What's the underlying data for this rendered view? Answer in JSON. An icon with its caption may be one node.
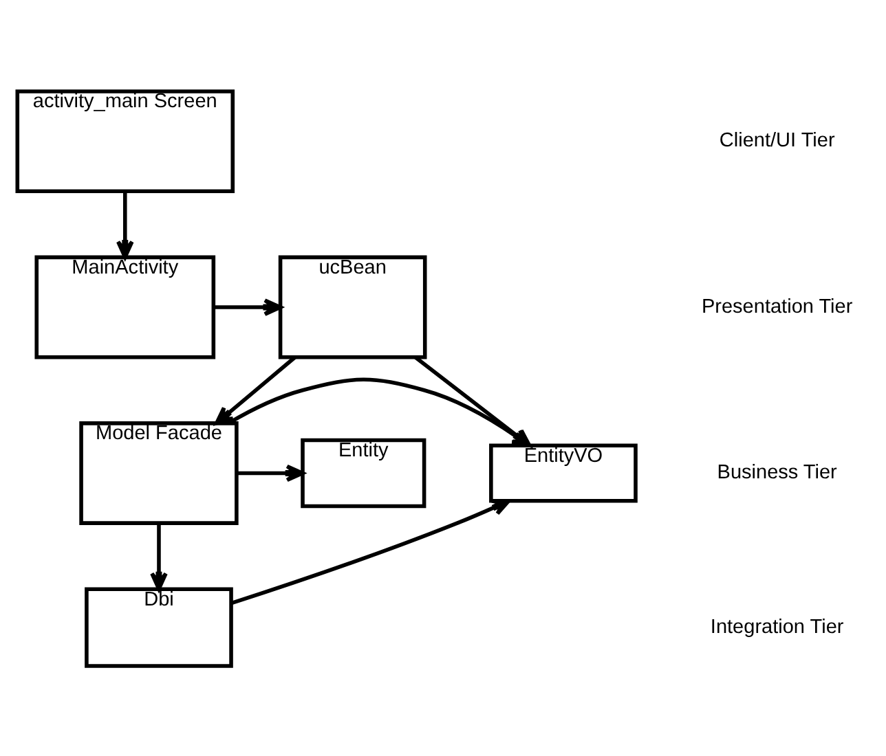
{
  "diagram": {
    "nodes": [
      {
        "text": [
          "activity_main Screen"
        ]
      },
      {
        "text": [
          "MainActivity"
        ]
      },
      {
        "text": [
          "ucBean"
        ]
      },
      {
        "text": [
          "EntityVO"
        ]
      },
      {
        "text": [
          "Model Facade"
        ]
      },
      {
        "text": [
          "Entity"
        ]
      },
      {
        "text": [
          "Dbi"
        ]
      }
    ],
    "edges": [
      {
        "from": 0,
        "to": 1,
        "arrow": "to"
      },
      {
        "from": 1,
        "to": 2,
        "arrow": "to"
      },
      {
        "from": 2,
        "to": 3,
        "arrow": "to"
      },
      {
        "from": 2,
        "to": 4,
        "arrow": "to"
      },
      {
        "from": 4,
        "to": 3,
        "arrow": "to"
      },
      {
        "from": 4,
        "to": 5,
        "arrow": "to"
      },
      {
        "from": 4,
        "to": 6,
        "arrow": "to"
      },
      {
        "from": 6,
        "to": 3,
        "arrow": "to"
      }
    ],
    "labels": [
      "Client/UI Tier",
      "Presentation Tier",
      "Business Tier",
      "Integration Tier"
    ]
  }
}
